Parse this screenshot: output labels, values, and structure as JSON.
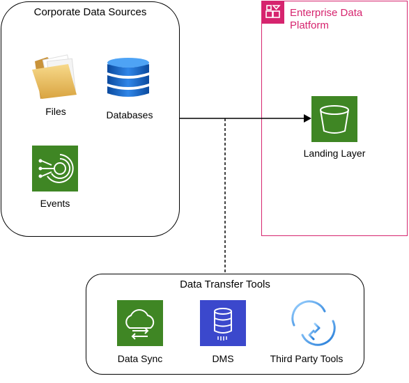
{
  "corporate_sources": {
    "title": "Corporate Data Sources",
    "items": [
      {
        "label": "Files",
        "icon": "folder-files-icon"
      },
      {
        "label": "Databases",
        "icon": "database-icon"
      },
      {
        "label": "Events",
        "icon": "events-icon"
      }
    ]
  },
  "platform": {
    "title_line1": "Enterprise Data",
    "title_line2": "Platform",
    "icon": "platform-group-icon",
    "accent_color": "#d6246e",
    "landing": {
      "label": "Landing Layer",
      "icon": "bucket-icon"
    }
  },
  "transfer_tools": {
    "title": "Data Transfer Tools",
    "items": [
      {
        "label": "Data Sync",
        "icon": "data-sync-icon"
      },
      {
        "label": "DMS",
        "icon": "dms-icon"
      },
      {
        "label": "Third Party Tools",
        "icon": "sync-arrows-icon"
      }
    ]
  },
  "colors": {
    "green": "#3f8624",
    "blue": "#3b48cc",
    "pink": "#d6246e",
    "db_blue": "#1565c0"
  }
}
